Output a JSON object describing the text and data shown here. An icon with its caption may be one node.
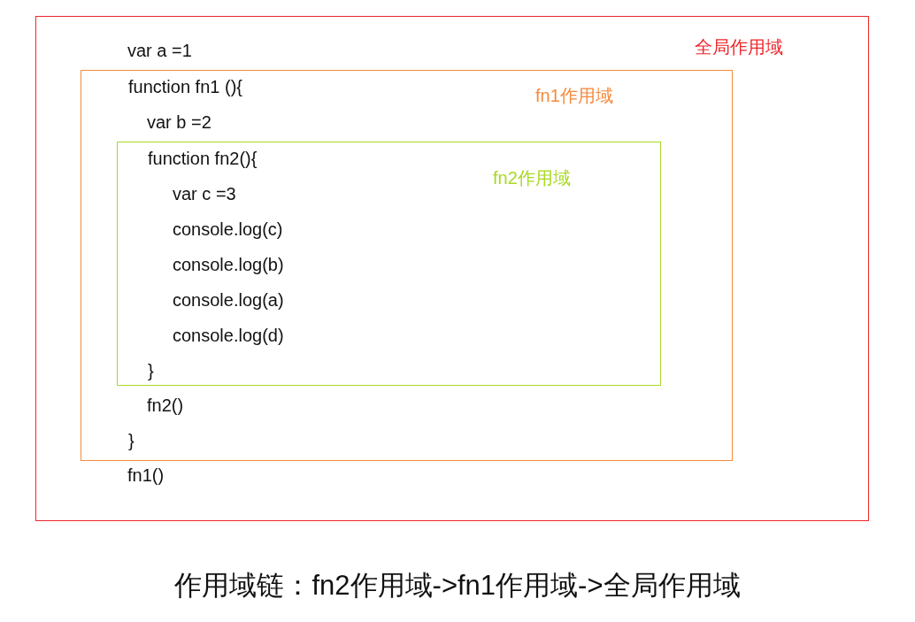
{
  "diagram": {
    "caption": "作用域链：fn2作用域->fn1作用域->全局作用域",
    "nodes": [
      {
        "text": [
          "var a =1",
          "全局作用域",
          "fn1()"
        ]
      },
      {
        "text": [
          "function fn1 (){",
          "fn1作用域",
          "var b =2",
          "fn2()",
          "}"
        ],
        "in": 0
      },
      {
        "text": [
          "function fn2(){",
          "fn2作用域",
          "var c =3",
          "console.log(c)",
          "console.log(b)",
          "console.log(a)",
          "console.log(d)",
          "}"
        ],
        "in": 1
      }
    ],
    "edges": []
  }
}
